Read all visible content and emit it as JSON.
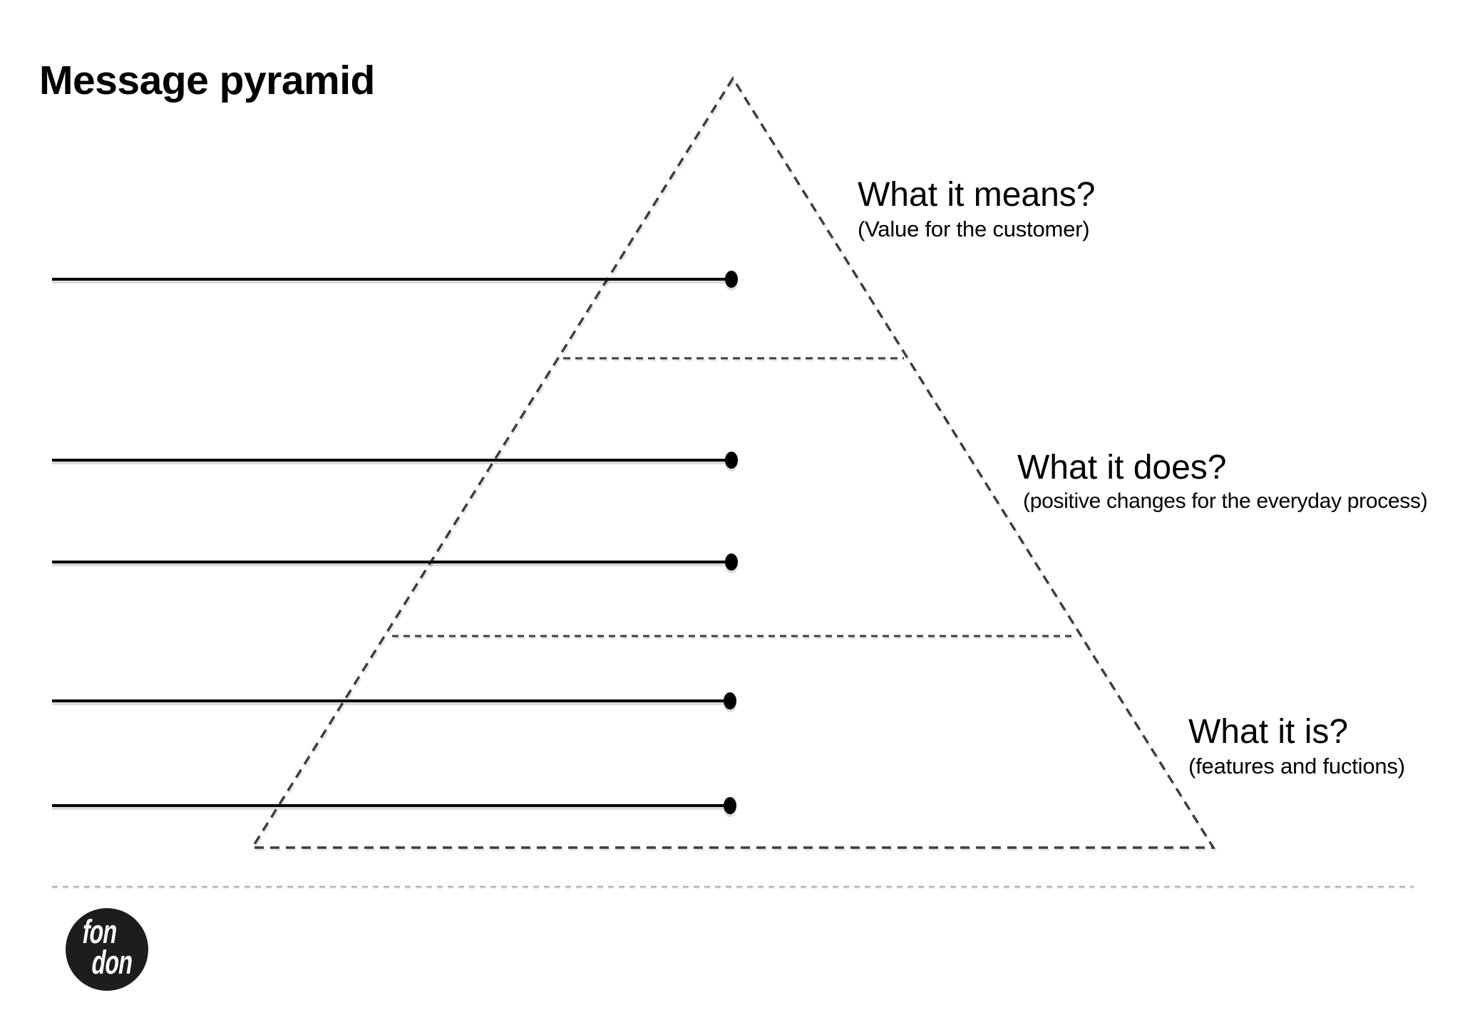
{
  "page": {
    "title": "Message pyramid"
  },
  "colors": {
    "background": "#ffffff",
    "text": "#000000",
    "callout_line": "#000000",
    "pyramid_dash": "#3d3d3d",
    "tier_separator_dash": "#3d3d3d",
    "bottom_divider": "#b3b3b3",
    "logo_background": "#1d1d1b",
    "logo_text": "#ffffff"
  },
  "pyramid": {
    "tiers": [
      {
        "name": "top",
        "label": "What it means?",
        "sublabel": "(Value for the customer)"
      },
      {
        "name": "middle",
        "label": "What it does?",
        "sublabel": "(positive changes for the everyday process)"
      },
      {
        "name": "bottom",
        "label": "What it is?",
        "sublabel": "(features and fuctions)"
      }
    ],
    "tier_separator_count": 2,
    "callout_line_count": 5
  },
  "logo": {
    "line1": "fon",
    "line2": "don"
  }
}
